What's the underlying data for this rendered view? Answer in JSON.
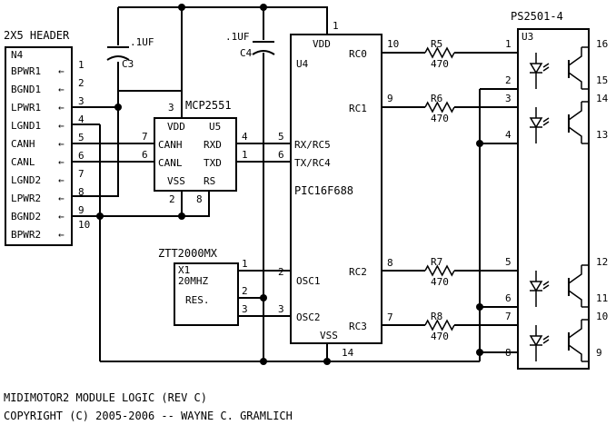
{
  "header": {
    "title": "2X5 HEADER",
    "ref": "N4",
    "pins": [
      {
        "label": "BPWR1",
        "num": "1"
      },
      {
        "label": "BGND1",
        "num": "2"
      },
      {
        "label": "LPWR1",
        "num": "3"
      },
      {
        "label": "LGND1",
        "num": "4"
      },
      {
        "label": "CANH",
        "num": "5"
      },
      {
        "label": "CANL",
        "num": "6"
      },
      {
        "label": "LGND2",
        "num": "7"
      },
      {
        "label": "LPWR2",
        "num": "8"
      },
      {
        "label": "BGND2",
        "num": "9"
      },
      {
        "label": "BPWR2",
        "num": "10"
      }
    ]
  },
  "c3": {
    "value": ".1UF",
    "ref": "C3"
  },
  "c4": {
    "value": ".1UF",
    "ref": "C4"
  },
  "mcp": {
    "name": "MCP2551",
    "ref": "U5",
    "vdd": "VDD",
    "vdd_pin": "3",
    "canh": "CANH",
    "canh_pin": "7",
    "canl": "CANL",
    "canl_pin": "6",
    "rxd": "RXD",
    "rxd_pin": "4",
    "txd": "TXD",
    "txd_pin": "1",
    "vss": "VSS",
    "vss_pin": "2",
    "rs": "RS",
    "rs_pin": "8"
  },
  "pic": {
    "name": "PIC16F688",
    "ref": "U4",
    "vdd": "VDD",
    "vdd_pin": "1",
    "rc0": "RC0",
    "rc0_pin": "10",
    "rc1": "RC1",
    "rc1_pin": "9",
    "rx": "RX/RC5",
    "rx_pin": "5",
    "tx": "TX/RC4",
    "tx_pin": "6",
    "osc1": "OSC1",
    "osc1_pin": "2",
    "osc2": "OSC2",
    "osc2_pin": "3",
    "rc2": "RC2",
    "rc2_pin": "8",
    "rc3": "RC3",
    "rc3_pin": "7",
    "vss": "VSS",
    "vss_pin": "14"
  },
  "resonator": {
    "part": "ZTT2000MX",
    "ref": "X1",
    "freq": "20MHZ",
    "type": "RES.",
    "pin1": "1",
    "pin2": "2",
    "pin3": "3"
  },
  "resistors": [
    {
      "ref": "R5",
      "value": "470"
    },
    {
      "ref": "R6",
      "value": "470"
    },
    {
      "ref": "R7",
      "value": "470"
    },
    {
      "ref": "R8",
      "value": "470"
    }
  ],
  "opto": {
    "part": "PS2501-4",
    "ref": "U3",
    "left_pins": [
      "1",
      "2",
      "3",
      "4",
      "5",
      "6",
      "7",
      "8"
    ],
    "right_pins": [
      "16",
      "15",
      "14",
      "13",
      "12",
      "11",
      "10",
      "9"
    ]
  },
  "footer": {
    "line1": "MIDIMOTOR2 MODULE LOGIC (REV C)",
    "line2": "COPYRIGHT (C) 2005-2006 -- WAYNE C. GRAMLICH"
  }
}
